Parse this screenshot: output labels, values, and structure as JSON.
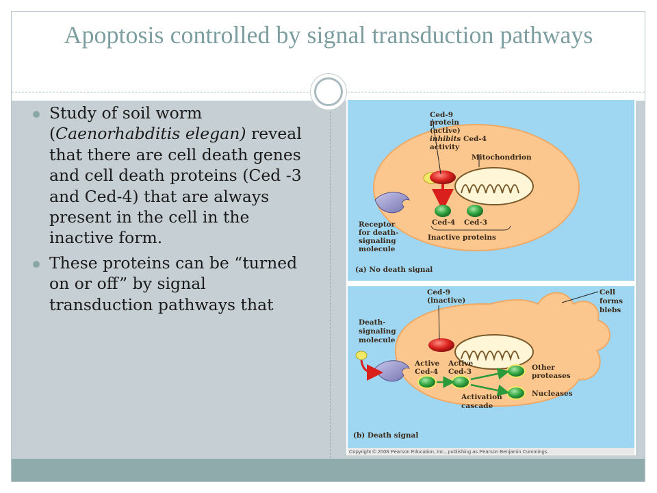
{
  "slide": {
    "title": "Apoptosis controlled by signal transduction pathways",
    "bullets": [
      {
        "pre": "Study of soil worm (",
        "italic": "Caenorhabditis elegan)",
        "post": " reveal that there are cell death genes and cell death proteins (Ced -3 and Ced-4) that are always present in the cell in the inactive form."
      },
      {
        "pre": "These proteins can be “turned on or off” by signal transduction pathways that",
        "italic": "",
        "post": ""
      }
    ]
  },
  "figure": {
    "panel_a": {
      "caption": "(a) No death signal",
      "ced9_label": [
        "Ced-9",
        "protein",
        "(active)"
      ],
      "inhibits_italic": "inhibits",
      "inhibits_rest": "Ced-4",
      "activity": "activity",
      "mitochondrion": "Mitochondrion",
      "receptor": [
        "Receptor",
        "for death-",
        "signaling",
        "molecule"
      ],
      "ced4": "Ced-4",
      "ced3": "Ced-3",
      "inactive": "Inactive proteins"
    },
    "panel_b": {
      "caption": "(b) Death signal",
      "ced9_label": [
        "Ced-9",
        "(inactive)"
      ],
      "blebs": [
        "Cell",
        "forms",
        "blebs"
      ],
      "death_molecule": [
        "Death-",
        "signaling",
        "molecule"
      ],
      "active_ced4": [
        "Active",
        "Ced-4"
      ],
      "active_ced3": [
        "Active",
        "Ced-3"
      ],
      "other_proteases": [
        "Other",
        "proteases"
      ],
      "nucleases": "Nucleases",
      "activation": [
        "Activation",
        "cascade"
      ]
    },
    "copyright": "Copyright © 2008 Pearson Education, Inc., publishing as Pearson Benjamin Cummings."
  }
}
